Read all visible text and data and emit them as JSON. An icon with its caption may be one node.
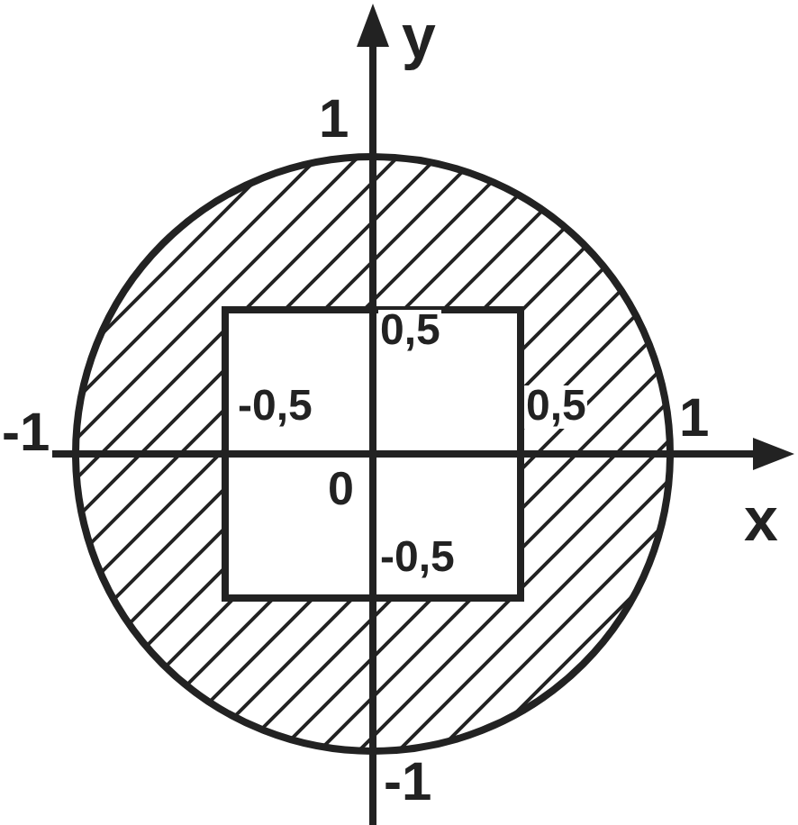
{
  "diagram": {
    "labels": [
      "y",
      "1",
      "-1",
      "0,5",
      "-0,5",
      "0,5",
      "1",
      "0",
      "x",
      "-0,5",
      "-1"
    ]
  }
}
